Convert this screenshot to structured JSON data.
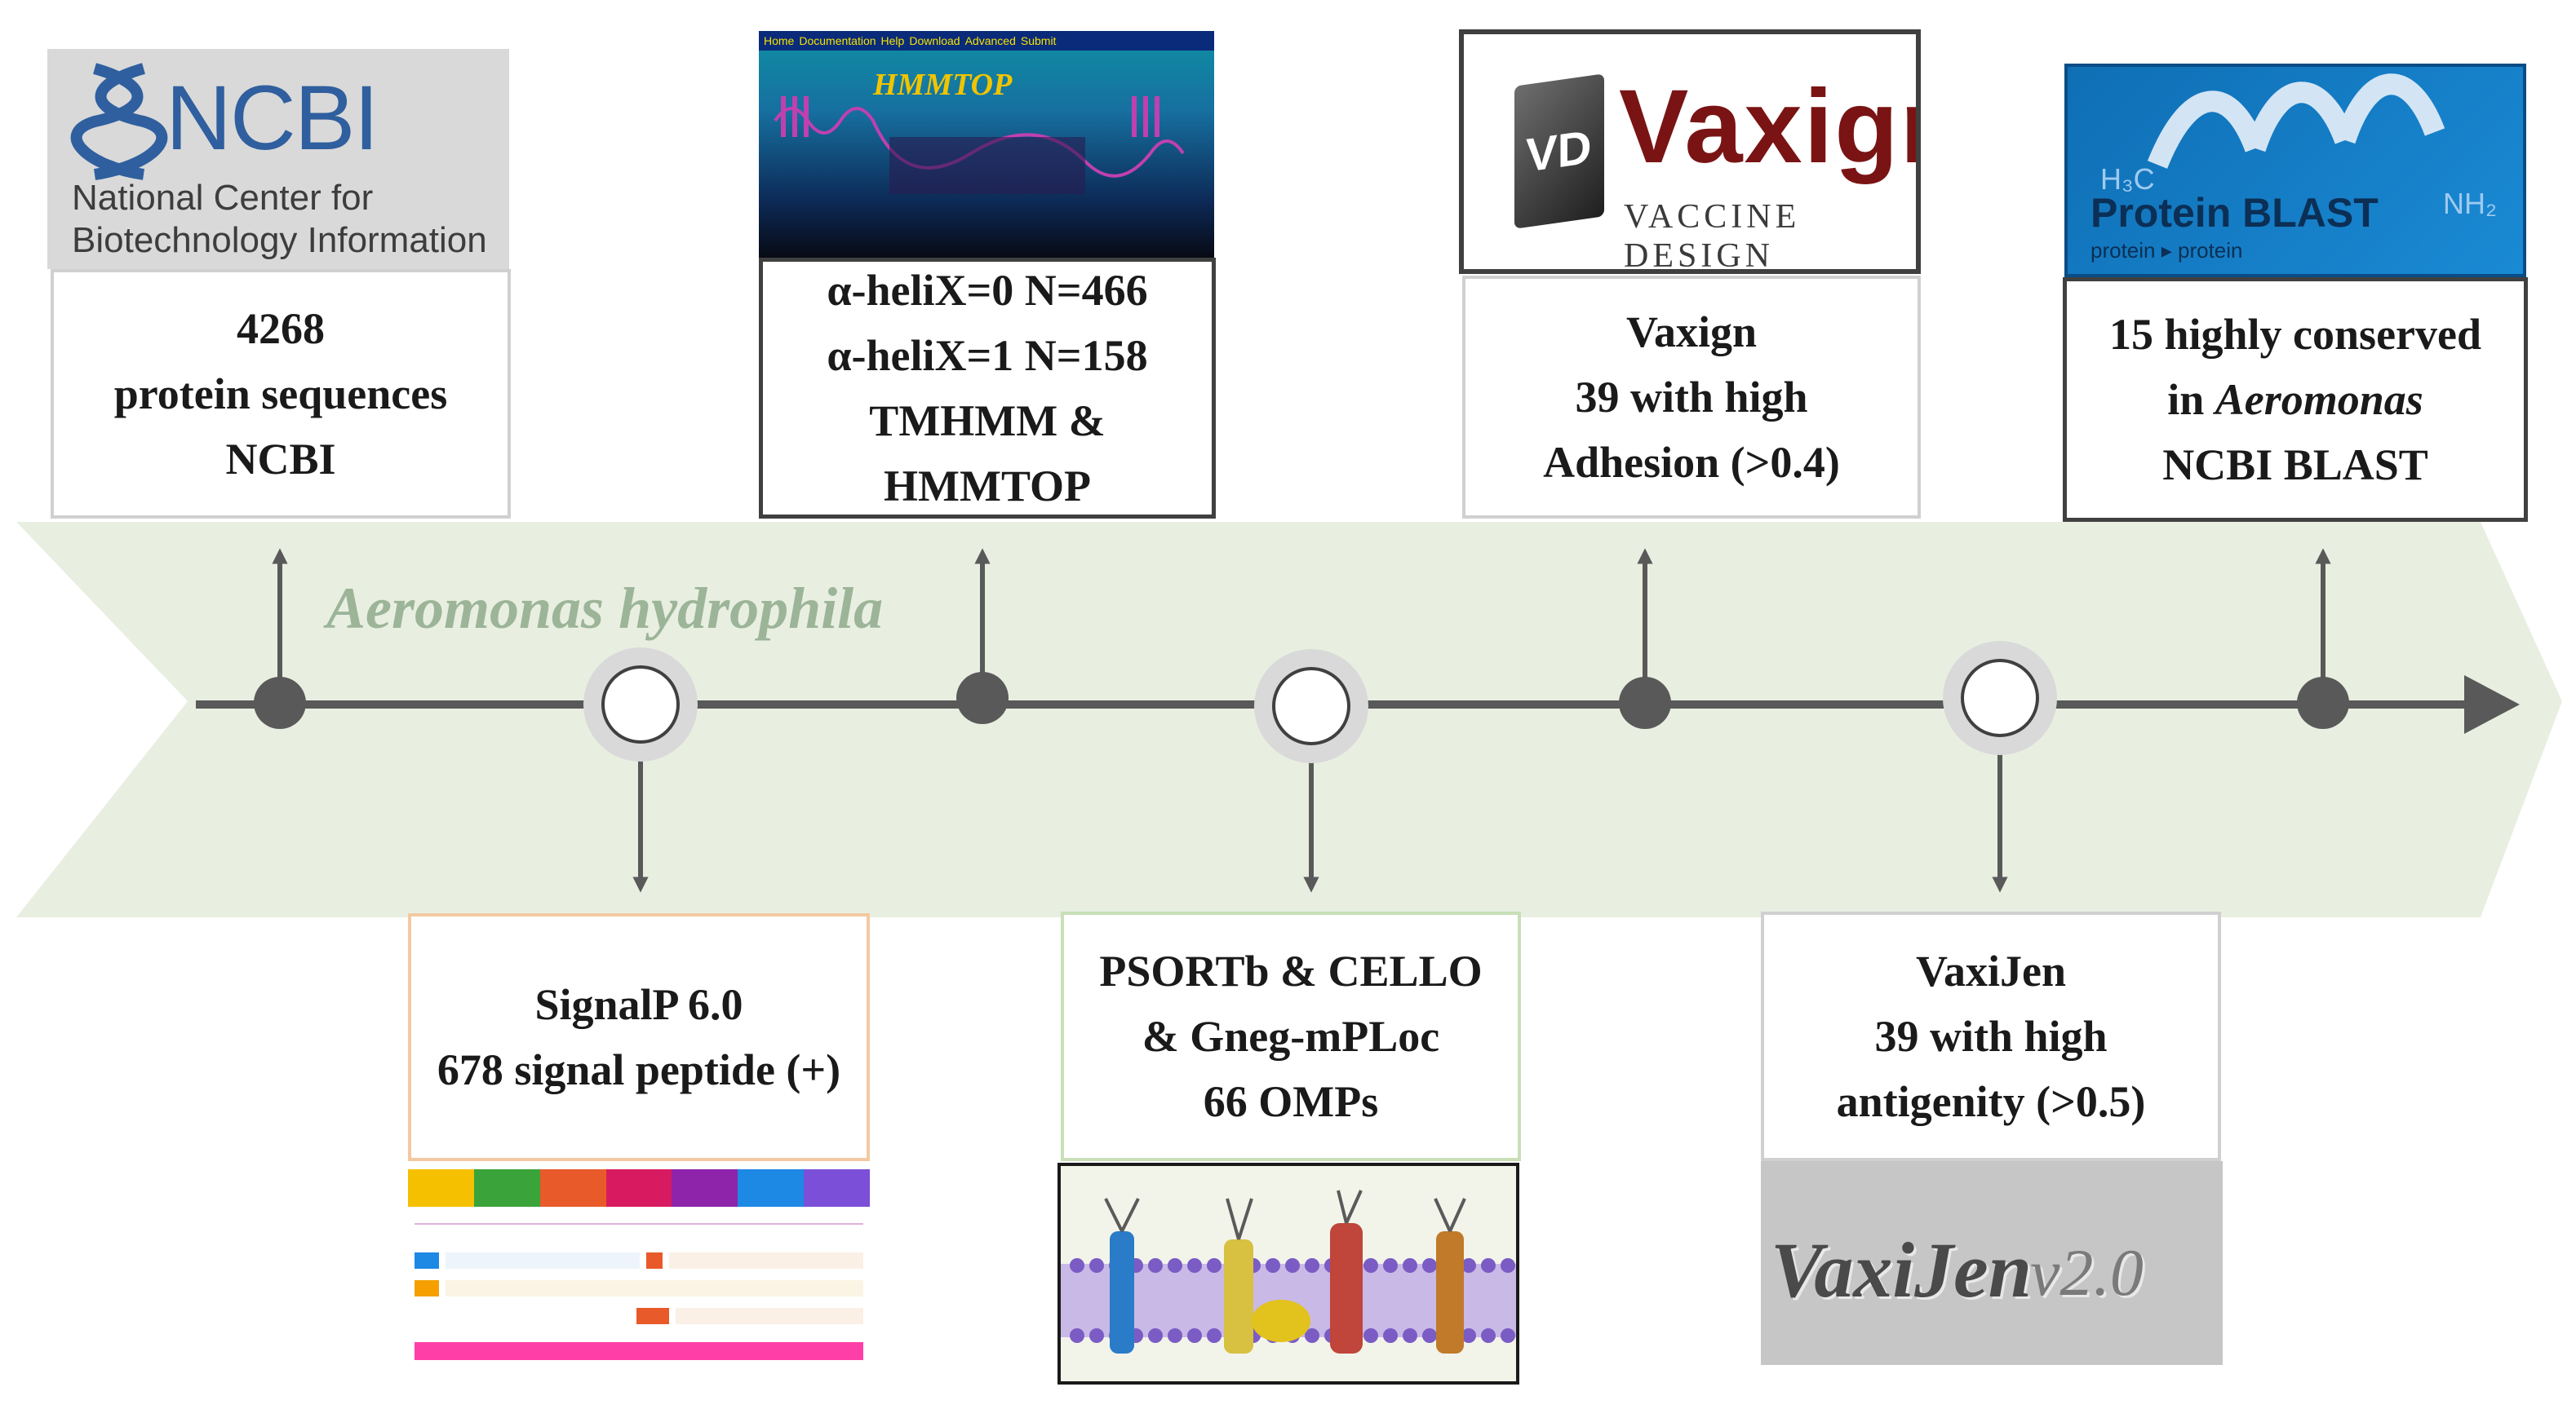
{
  "title_band": "Aeromonas hydrophila",
  "colors": {
    "band": "#e8efe1",
    "band_text": "#9cb497",
    "axis": "#595959",
    "node_ring": "#d9d9d9",
    "box_border_dark": "#404040",
    "box_border_light": "#d0d0d0",
    "box_border_orange": "#f3c9a2",
    "box_border_green": "#c8dfb8",
    "ncbi_blue": "#2f5f9e",
    "vaxign_red": "#7a1414",
    "blast_blue": "#1277c4"
  },
  "top_steps": [
    {
      "lines": [
        "4268",
        "protein sequences",
        "NCBI"
      ]
    },
    {
      "lines": [
        "α-heliX=0  N=466",
        "α-heliX=1  N=158",
        "TMHMM &",
        "HMMTOP"
      ]
    },
    {
      "lines": [
        "Vaxign",
        "39 with high",
        "Adhesion  (>0.4)"
      ]
    },
    {
      "lines_prefix": "15 highly conserved",
      "line2_prefix": "in ",
      "line2_italic": "Aeromonas",
      "line3": "NCBI BLAST"
    }
  ],
  "bottom_steps": [
    {
      "lines": [
        "SignalP 6.0",
        "678 signal peptide (+)"
      ]
    },
    {
      "lines": [
        "PSORTb & CELLO",
        "& Gneg-mPLoc",
        "66 OMPs"
      ]
    },
    {
      "lines": [
        "VaxiJen",
        "39 with high",
        "antigenity (>0.5)"
      ]
    }
  ],
  "logos": {
    "ncbi": {
      "name": "NCBI",
      "line1": "National Center for",
      "line2": "Biotechnology Information"
    },
    "hmmtop": {
      "title": "HMMTOP",
      "menu": [
        "Home",
        "Documentation",
        "Help",
        "Download",
        "Advanced",
        "Submit"
      ]
    },
    "vaxign": {
      "mark": "VD",
      "name": "Vaxign",
      "tagline": "VACCINE DESIGN"
    },
    "blast": {
      "name": "Protein BLAST",
      "sub": "protein ▸ protein"
    },
    "vaxijen": {
      "name": "VaxiJen",
      "version": "v2.0"
    }
  }
}
